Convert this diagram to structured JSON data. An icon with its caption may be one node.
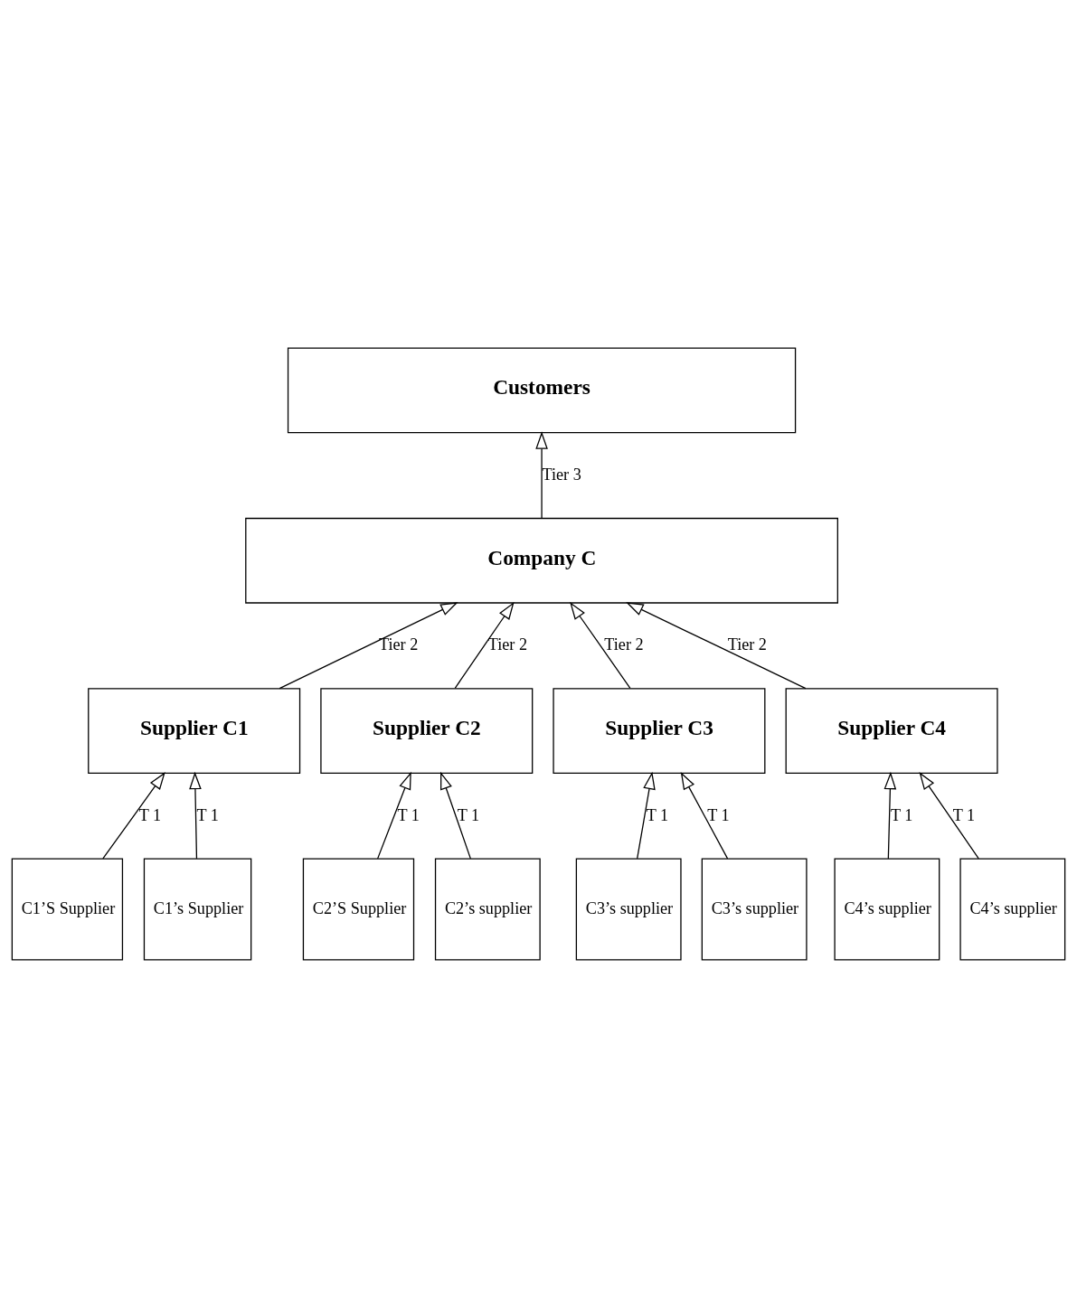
{
  "diagram": {
    "nodes": [
      {
        "text": [
          "Customers"
        ]
      },
      {
        "text": [
          "Company C"
        ]
      },
      {
        "text": [
          "Supplier C1"
        ]
      },
      {
        "text": [
          "Supplier C2"
        ]
      },
      {
        "text": [
          "Supplier C3"
        ]
      },
      {
        "text": [
          "Supplier C4"
        ]
      },
      {
        "text": [
          "C1’S Supplier"
        ]
      },
      {
        "text": [
          "C1’s Supplier"
        ]
      },
      {
        "text": [
          "C2’S Supplier"
        ]
      },
      {
        "text": [
          "C2’s supplier"
        ]
      },
      {
        "text": [
          "C3’s supplier"
        ]
      },
      {
        "text": [
          "C3’s supplier"
        ]
      },
      {
        "text": [
          "C4’s supplier"
        ]
      },
      {
        "text": [
          "C4’s supplier"
        ]
      }
    ],
    "edges": [
      {
        "from": 1,
        "to": 0,
        "arrow": "to",
        "label": "Tier 3"
      },
      {
        "from": 2,
        "to": 1,
        "arrow": "to",
        "label": "Tier 2"
      },
      {
        "from": 3,
        "to": 1,
        "arrow": "to",
        "label": "Tier 2"
      },
      {
        "from": 4,
        "to": 1,
        "arrow": "to",
        "label": "Tier 2"
      },
      {
        "from": 5,
        "to": 1,
        "arrow": "to",
        "label": "Tier 2"
      },
      {
        "from": 6,
        "to": 2,
        "arrow": "to",
        "label": "T 1"
      },
      {
        "from": 7,
        "to": 2,
        "arrow": "to",
        "label": "T 1"
      },
      {
        "from": 8,
        "to": 3,
        "arrow": "to",
        "label": "T 1"
      },
      {
        "from": 9,
        "to": 3,
        "arrow": "to",
        "label": "T 1"
      },
      {
        "from": 10,
        "to": 4,
        "arrow": "to",
        "label": "T 1"
      },
      {
        "from": 11,
        "to": 4,
        "arrow": "to",
        "label": "T 1"
      },
      {
        "from": 12,
        "to": 5,
        "arrow": "to",
        "label": "T 1"
      },
      {
        "from": 13,
        "to": 5,
        "arrow": "to",
        "label": "T 1"
      }
    ]
  }
}
